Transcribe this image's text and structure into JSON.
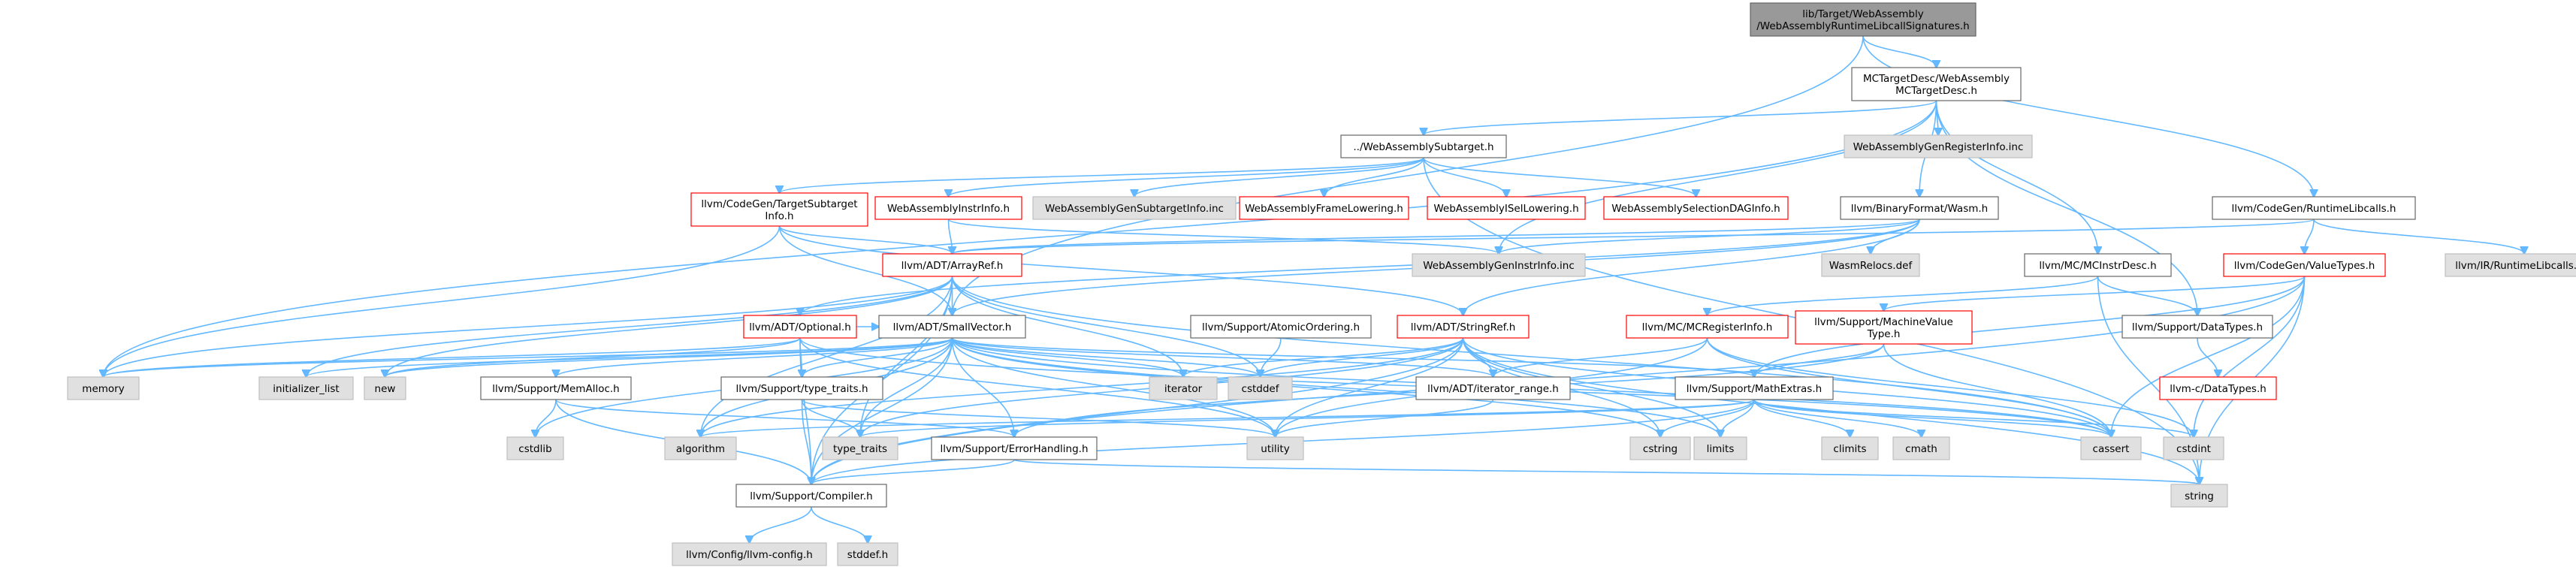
{
  "graph": {
    "kind": "include-dependency",
    "colors": {
      "root_fill": "#999999",
      "normal_fill": "#ffffff",
      "normal_border": "#666666",
      "truncated_border": "#ff0000",
      "system_fill": "#e0e0e0",
      "system_border": "#bfbfbf",
      "edge": "#63b8ff",
      "text": "#000000"
    },
    "nodes": [
      {
        "id": "root",
        "lines": [
          "lib/Target/WebAssembly",
          "/WebAssemblyRuntimeLibcallSignatures.h"
        ],
        "style": "root"
      },
      {
        "id": "mctargetdesc",
        "lines": [
          "MCTargetDesc/WebAssembly",
          "MCTargetDesc.h"
        ],
        "style": "normal"
      },
      {
        "id": "runtimelibcalls",
        "lines": [
          "llvm/CodeGen/RuntimeLibcalls.h"
        ],
        "style": "normal"
      },
      {
        "id": "subtarget",
        "lines": [
          "../WebAssemblySubtarget.h"
        ],
        "style": "normal"
      },
      {
        "id": "genreginfo",
        "lines": [
          "WebAssemblyGenRegisterInfo.inc"
        ],
        "style": "system"
      },
      {
        "id": "wasm",
        "lines": [
          "llvm/BinaryFormat/Wasm.h"
        ],
        "style": "normal"
      },
      {
        "id": "valuetypes",
        "lines": [
          "llvm/CodeGen/ValueTypes.h"
        ],
        "style": "truncated"
      },
      {
        "id": "irruntime",
        "lines": [
          "llvm/IR/RuntimeLibcalls.def"
        ],
        "style": "system"
      },
      {
        "id": "tsi",
        "lines": [
          "llvm/CodeGen/TargetSubtarget",
          "Info.h"
        ],
        "style": "truncated"
      },
      {
        "id": "instrinfo",
        "lines": [
          "WebAssemblyInstrInfo.h"
        ],
        "style": "truncated"
      },
      {
        "id": "gensubtarget",
        "lines": [
          "WebAssemblyGenSubtargetInfo.inc"
        ],
        "style": "system"
      },
      {
        "id": "framelowering",
        "lines": [
          "WebAssemblyFrameLowering.h"
        ],
        "style": "truncated"
      },
      {
        "id": "isellowering",
        "lines": [
          "WebAssemblyISelLowering.h"
        ],
        "style": "truncated"
      },
      {
        "id": "seldag",
        "lines": [
          "WebAssemblySelectionDAGInfo.h"
        ],
        "style": "truncated"
      },
      {
        "id": "arrayref",
        "lines": [
          "llvm/ADT/ArrayRef.h"
        ],
        "style": "truncated"
      },
      {
        "id": "geninstrinfo",
        "lines": [
          "WebAssemblyGenInstrInfo.inc"
        ],
        "style": "system"
      },
      {
        "id": "wasmrelocs",
        "lines": [
          "WasmRelocs.def"
        ],
        "style": "system"
      },
      {
        "id": "mcinstrdesc",
        "lines": [
          "llvm/MC/MCInstrDesc.h"
        ],
        "style": "normal"
      },
      {
        "id": "optional",
        "lines": [
          "llvm/ADT/Optional.h"
        ],
        "style": "truncated"
      },
      {
        "id": "smallvector",
        "lines": [
          "llvm/ADT/SmallVector.h"
        ],
        "style": "normal"
      },
      {
        "id": "atomicordering",
        "lines": [
          "llvm/Support/AtomicOrdering.h"
        ],
        "style": "normal"
      },
      {
        "id": "stringref",
        "lines": [
          "llvm/ADT/StringRef.h"
        ],
        "style": "truncated"
      },
      {
        "id": "mcreginfo",
        "lines": [
          "llvm/MC/MCRegisterInfo.h"
        ],
        "style": "truncated"
      },
      {
        "id": "machinevaluetype",
        "lines": [
          "llvm/Support/MachineValue",
          "Type.h"
        ],
        "style": "truncated"
      },
      {
        "id": "datatypes",
        "lines": [
          "llvm/Support/DataTypes.h"
        ],
        "style": "normal"
      },
      {
        "id": "cdatatypes",
        "lines": [
          "llvm-c/DataTypes.h"
        ],
        "style": "truncated"
      },
      {
        "id": "memory",
        "lines": [
          "memory"
        ],
        "style": "system"
      },
      {
        "id": "initlist",
        "lines": [
          "initializer_list"
        ],
        "style": "system"
      },
      {
        "id": "new",
        "lines": [
          "new"
        ],
        "style": "system"
      },
      {
        "id": "memalloc",
        "lines": [
          "llvm/Support/MemAlloc.h"
        ],
        "style": "normal"
      },
      {
        "id": "typetraits_h",
        "lines": [
          "llvm/Support/type_traits.h"
        ],
        "style": "normal"
      },
      {
        "id": "iterator",
        "lines": [
          "iterator"
        ],
        "style": "system"
      },
      {
        "id": "cstddef",
        "lines": [
          "cstddef"
        ],
        "style": "system"
      },
      {
        "id": "iterrange",
        "lines": [
          "llvm/ADT/iterator_range.h"
        ],
        "style": "normal"
      },
      {
        "id": "mathextras",
        "lines": [
          "llvm/Support/MathExtras.h"
        ],
        "style": "normal"
      },
      {
        "id": "cstdlib",
        "lines": [
          "cstdlib"
        ],
        "style": "system"
      },
      {
        "id": "algorithm",
        "lines": [
          "algorithm"
        ],
        "style": "system"
      },
      {
        "id": "type_traits",
        "lines": [
          "type_traits"
        ],
        "style": "system"
      },
      {
        "id": "utility",
        "lines": [
          "utility"
        ],
        "style": "system"
      },
      {
        "id": "errorhandling",
        "lines": [
          "llvm/Support/ErrorHandling.h"
        ],
        "style": "normal"
      },
      {
        "id": "cstring",
        "lines": [
          "cstring"
        ],
        "style": "system"
      },
      {
        "id": "limits",
        "lines": [
          "limits"
        ],
        "style": "system"
      },
      {
        "id": "climits",
        "lines": [
          "climits"
        ],
        "style": "system"
      },
      {
        "id": "cmath",
        "lines": [
          "cmath"
        ],
        "style": "system"
      },
      {
        "id": "cassert",
        "lines": [
          "cassert"
        ],
        "style": "system"
      },
      {
        "id": "cstdint",
        "lines": [
          "cstdint"
        ],
        "style": "system"
      },
      {
        "id": "compiler",
        "lines": [
          "llvm/Support/Compiler.h"
        ],
        "style": "normal"
      },
      {
        "id": "string",
        "lines": [
          "string"
        ],
        "style": "system"
      },
      {
        "id": "llvmconfig",
        "lines": [
          "llvm/Config/llvm-config.h"
        ],
        "style": "system"
      },
      {
        "id": "stddef",
        "lines": [
          "stddef.h"
        ],
        "style": "system"
      }
    ],
    "edges": [
      [
        "root",
        "mctargetdesc"
      ],
      [
        "root",
        "runtimelibcalls"
      ],
      [
        "root",
        "smallvector"
      ],
      [
        "mctargetdesc",
        "subtarget"
      ],
      [
        "mctargetdesc",
        "genreginfo"
      ],
      [
        "mctargetdesc",
        "wasm"
      ],
      [
        "mctargetdesc",
        "mcinstrdesc"
      ],
      [
        "mctargetdesc",
        "datatypes"
      ],
      [
        "mctargetdesc",
        "memory"
      ],
      [
        "mctargetdesc",
        "geninstrinfo"
      ],
      [
        "runtimelibcalls",
        "valuetypes"
      ],
      [
        "runtimelibcalls",
        "irruntime"
      ],
      [
        "runtimelibcalls",
        "arrayref"
      ],
      [
        "subtarget",
        "tsi"
      ],
      [
        "subtarget",
        "instrinfo"
      ],
      [
        "subtarget",
        "gensubtarget"
      ],
      [
        "subtarget",
        "framelowering"
      ],
      [
        "subtarget",
        "isellowering"
      ],
      [
        "subtarget",
        "seldag"
      ],
      [
        "subtarget",
        "string"
      ],
      [
        "tsi",
        "arrayref"
      ],
      [
        "tsi",
        "smallvector"
      ],
      [
        "tsi",
        "stringref"
      ],
      [
        "tsi",
        "memory"
      ],
      [
        "instrinfo",
        "arrayref"
      ],
      [
        "instrinfo",
        "geninstrinfo"
      ],
      [
        "wasm",
        "arrayref"
      ],
      [
        "wasm",
        "optional"
      ],
      [
        "wasm",
        "smallvector"
      ],
      [
        "wasm",
        "stringref"
      ],
      [
        "wasm",
        "wasmrelocs"
      ],
      [
        "wasm",
        "geninstrinfo"
      ],
      [
        "valuetypes",
        "machinevaluetype"
      ],
      [
        "valuetypes",
        "mathextras"
      ],
      [
        "valuetypes",
        "compiler"
      ],
      [
        "valuetypes",
        "cassert"
      ],
      [
        "valuetypes",
        "cstdint"
      ],
      [
        "valuetypes",
        "string"
      ],
      [
        "arrayref",
        "smallvector"
      ],
      [
        "arrayref",
        "compiler"
      ],
      [
        "arrayref",
        "algorithm"
      ],
      [
        "arrayref",
        "array"
      ],
      [
        "arrayref",
        "cassert"
      ],
      [
        "arrayref",
        "cstddef"
      ],
      [
        "arrayref",
        "initlist"
      ],
      [
        "arrayref",
        "iterator"
      ],
      [
        "arrayref",
        "memory"
      ],
      [
        "arrayref",
        "type_traits"
      ],
      [
        "arrayref",
        "new"
      ],
      [
        "mcinstrdesc",
        "datatypes"
      ],
      [
        "mcinstrdesc",
        "string"
      ],
      [
        "mcinstrdesc",
        "mcreginfo"
      ],
      [
        "datatypes",
        "cdatatypes"
      ],
      [
        "optional",
        "smallvector"
      ],
      [
        "optional",
        "compiler"
      ],
      [
        "optional",
        "typetraits_h"
      ],
      [
        "optional",
        "cassert"
      ],
      [
        "optional",
        "memory"
      ],
      [
        "optional",
        "new"
      ],
      [
        "optional",
        "utility"
      ],
      [
        "smallvector",
        "compiler"
      ],
      [
        "smallvector",
        "errorhandling"
      ],
      [
        "smallvector",
        "memalloc"
      ],
      [
        "smallvector",
        "typetraits_h"
      ],
      [
        "smallvector",
        "algorithm"
      ],
      [
        "smallvector",
        "cassert"
      ],
      [
        "smallvector",
        "cstddef"
      ],
      [
        "smallvector",
        "cstdlib"
      ],
      [
        "smallvector",
        "cstring"
      ],
      [
        "smallvector",
        "initlist"
      ],
      [
        "smallvector",
        "iterator"
      ],
      [
        "smallvector",
        "limits"
      ],
      [
        "smallvector",
        "memory"
      ],
      [
        "smallvector",
        "new"
      ],
      [
        "smallvector",
        "type_traits"
      ],
      [
        "smallvector",
        "utility"
      ],
      [
        "smallvector",
        "iterrange"
      ],
      [
        "smallvector",
        "mathextras"
      ],
      [
        "atomicordering",
        "cstddef"
      ],
      [
        "stringref",
        "iterrange"
      ],
      [
        "stringref",
        "compiler"
      ],
      [
        "stringref",
        "algorithm"
      ],
      [
        "stringref",
        "cassert"
      ],
      [
        "stringref",
        "cstddef"
      ],
      [
        "stringref",
        "cstring"
      ],
      [
        "stringref",
        "limits"
      ],
      [
        "stringref",
        "string"
      ],
      [
        "stringref",
        "type_traits"
      ],
      [
        "stringref",
        "utility"
      ],
      [
        "stringref",
        "iterator"
      ],
      [
        "mcreginfo",
        "iterrange"
      ],
      [
        "mcreginfo",
        "cassert"
      ],
      [
        "mcreginfo",
        "cstdint"
      ],
      [
        "mcreginfo",
        "utility"
      ],
      [
        "machinevaluetype",
        "mathextras"
      ],
      [
        "machinevaluetype",
        "errorhandling"
      ],
      [
        "machinevaluetype",
        "cassert"
      ],
      [
        "memalloc",
        "compiler"
      ],
      [
        "memalloc",
        "errorhandling"
      ],
      [
        "memalloc",
        "cstdlib"
      ],
      [
        "typetraits_h",
        "compiler"
      ],
      [
        "typetraits_h",
        "type_traits"
      ],
      [
        "typetraits_h",
        "utility"
      ],
      [
        "iterrange",
        "utility"
      ],
      [
        "mathextras",
        "compiler"
      ],
      [
        "mathextras",
        "algorithm"
      ],
      [
        "mathextras",
        "cassert"
      ],
      [
        "mathextras",
        "climits"
      ],
      [
        "mathextras",
        "cmath"
      ],
      [
        "mathextras",
        "cstdint"
      ],
      [
        "mathextras",
        "cstring"
      ],
      [
        "mathextras",
        "limits"
      ],
      [
        "mathextras",
        "type_traits"
      ],
      [
        "errorhandling",
        "compiler"
      ],
      [
        "errorhandling",
        "string"
      ],
      [
        "compiler",
        "llvmconfig"
      ],
      [
        "compiler",
        "stddef"
      ]
    ]
  }
}
